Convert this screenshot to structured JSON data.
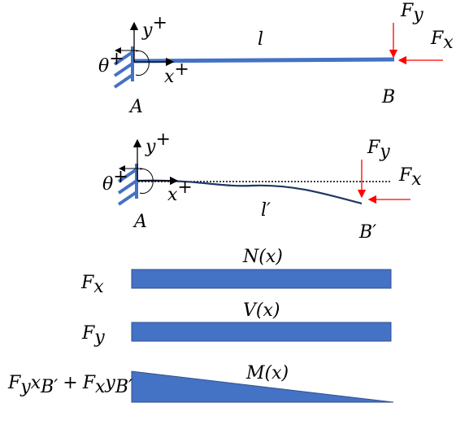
{
  "colors": {
    "beam": "#4472C4",
    "bar_fill": "#4472C4",
    "bar_stroke": "#2F4F8F",
    "force_arrow": "#FF0000",
    "text": "#000000"
  },
  "top_beam": {
    "y_axis": "y",
    "y_sup": "+",
    "x_axis": "x",
    "x_sup": "+",
    "theta": "θ",
    "theta_sup": "+",
    "length": "l",
    "support": "A",
    "end": "B",
    "force_y": "F",
    "force_y_sub": "y",
    "force_x": "F",
    "force_x_sub": "x"
  },
  "deformed_beam": {
    "y_axis": "y",
    "y_sup": "+",
    "x_axis": "x",
    "x_sup": "+",
    "theta": "θ",
    "theta_sup": "+",
    "length": "l′",
    "support": "A",
    "end": "B′",
    "force_y": "F",
    "force_y_sub": "y",
    "force_x": "F",
    "force_x_sub": "x"
  },
  "diagrams": {
    "normal": {
      "title": "N(x)",
      "value": "F",
      "value_sub": "x"
    },
    "shear": {
      "title": "V(x)",
      "value": "F",
      "value_sub": "y"
    },
    "moment": {
      "title": "M(x)",
      "term1": "F",
      "term1_sub": "y",
      "term1_var": "x",
      "term1_var_sub": "B′",
      "plus": "+",
      "term2": "F",
      "term2_sub": "x",
      "term2_var": "y",
      "term2_var_sub": "B′"
    }
  }
}
